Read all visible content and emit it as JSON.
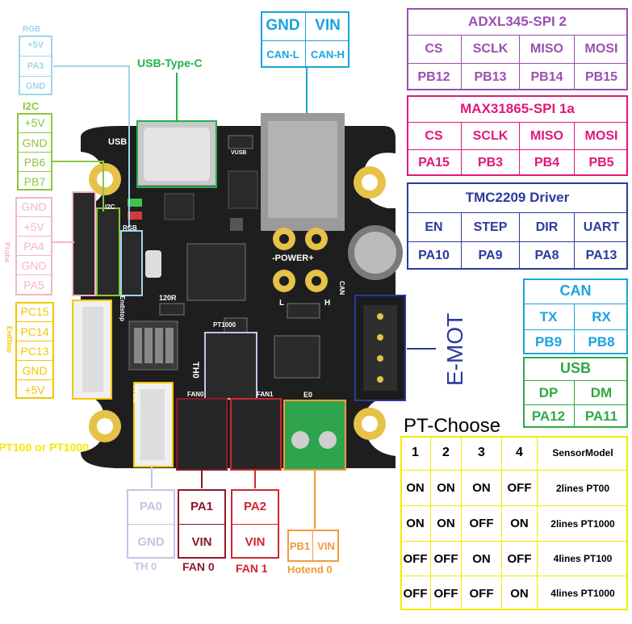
{
  "rgb_header": {
    "title": "RGB",
    "pins": [
      "+5V",
      "PA3",
      "GND"
    ]
  },
  "i2c_header": {
    "title": "I2C",
    "pins": [
      "+5V",
      "GND",
      "PB6",
      "PB7"
    ]
  },
  "probe_header": {
    "title": "Probe",
    "pins": [
      "GND",
      "+5V",
      "PA4",
      "GND",
      "PA5"
    ]
  },
  "endstop_header": {
    "title": "EndStop",
    "pins": [
      "PC15",
      "PC14",
      "PC13",
      "GND",
      "+5V"
    ]
  },
  "usb_type_c_label": "USB-Type-C",
  "can_power": {
    "row1": [
      "GND",
      "VIN"
    ],
    "row2": [
      "CAN-L",
      "CAN-H"
    ]
  },
  "adxl345": {
    "title": "ADXL345-SPI 2",
    "signals": [
      "CS",
      "SCLK",
      "MISO",
      "MOSI"
    ],
    "pins": [
      "PB12",
      "PB13",
      "PB14",
      "PB15"
    ]
  },
  "max31865": {
    "title": "MAX31865-SPI 1a",
    "signals": [
      "CS",
      "SCLK",
      "MISO",
      "MOSI"
    ],
    "pins": [
      "PA15",
      "PB3",
      "PB4",
      "PB5"
    ]
  },
  "tmc2209": {
    "title": "TMC2209 Driver",
    "signals": [
      "EN",
      "STEP",
      "DIR",
      "UART"
    ],
    "pins": [
      "PA10",
      "PA9",
      "PA8",
      "PA13"
    ]
  },
  "can_table": {
    "title": "CAN",
    "signals": [
      "TX",
      "RX"
    ],
    "pins": [
      "PB9",
      "PB8"
    ]
  },
  "usb_table": {
    "title": "USB",
    "signals": [
      "DP",
      "DM"
    ],
    "pins": [
      "PA12",
      "PA11"
    ]
  },
  "emot_label": "E-MOT",
  "pt_label": "PT100 or PT1000",
  "pt_choose": {
    "title": "PT-Choose",
    "headers": [
      "1",
      "2",
      "3",
      "4",
      "SensorModel"
    ],
    "rows": [
      [
        "ON",
        "ON",
        "ON",
        "OFF",
        "2lines PT00"
      ],
      [
        "ON",
        "ON",
        "OFF",
        "ON",
        "2lines PT1000"
      ],
      [
        "OFF",
        "OFF",
        "ON",
        "OFF",
        "4lines PT100"
      ],
      [
        "OFF",
        "OFF",
        "OFF",
        "ON",
        "4lines PT1000"
      ]
    ]
  },
  "th0": {
    "pins": [
      "PA0",
      "GND"
    ],
    "caption": "TH 0"
  },
  "fan0": {
    "pins": [
      "PA1",
      "VIN"
    ],
    "caption": "FAN 0"
  },
  "fan1": {
    "pins": [
      "PA2",
      "VIN"
    ],
    "caption": "FAN 1"
  },
  "hotend0": {
    "pins": [
      "PB1",
      "VIN"
    ],
    "caption": "Hotend 0"
  },
  "board_silk": {
    "usb": "USB",
    "vusb": "VUSB",
    "probe": "Probe",
    "i2c": "I2C",
    "rgb": "RGB",
    "endstop": "Endstop",
    "r120": "120R",
    "pt1000": "PT1000",
    "th0": "TH0",
    "pt100": "PT100",
    "fan0": "FAN0",
    "fan1": "FAN1",
    "e0": "E0",
    "power": "-POWER+",
    "can": "CAN",
    "l": "L",
    "h": "H"
  },
  "colors": {
    "rgb": "#9fd6ea",
    "i2c": "#8cc63f",
    "probe": "#f4b4c8",
    "endstop": "#f3c600",
    "usb_c": "#21b24b",
    "can_power": "#1aa3e0",
    "adxl": "#9b4fb2",
    "max": "#e0177a",
    "tmc": "#2b3a9e",
    "emot": "#2b3a9e",
    "can_tbl": "#1aa3e0",
    "usb_tbl": "#2eaa44",
    "pt_choose": "#f6e800",
    "pt_label": "#f6e800",
    "th0": "#c5c3e6",
    "fan0": "#8b1a2a",
    "fan1": "#d22630",
    "hotend": "#f29a3b",
    "board": "#1e1e1e"
  }
}
